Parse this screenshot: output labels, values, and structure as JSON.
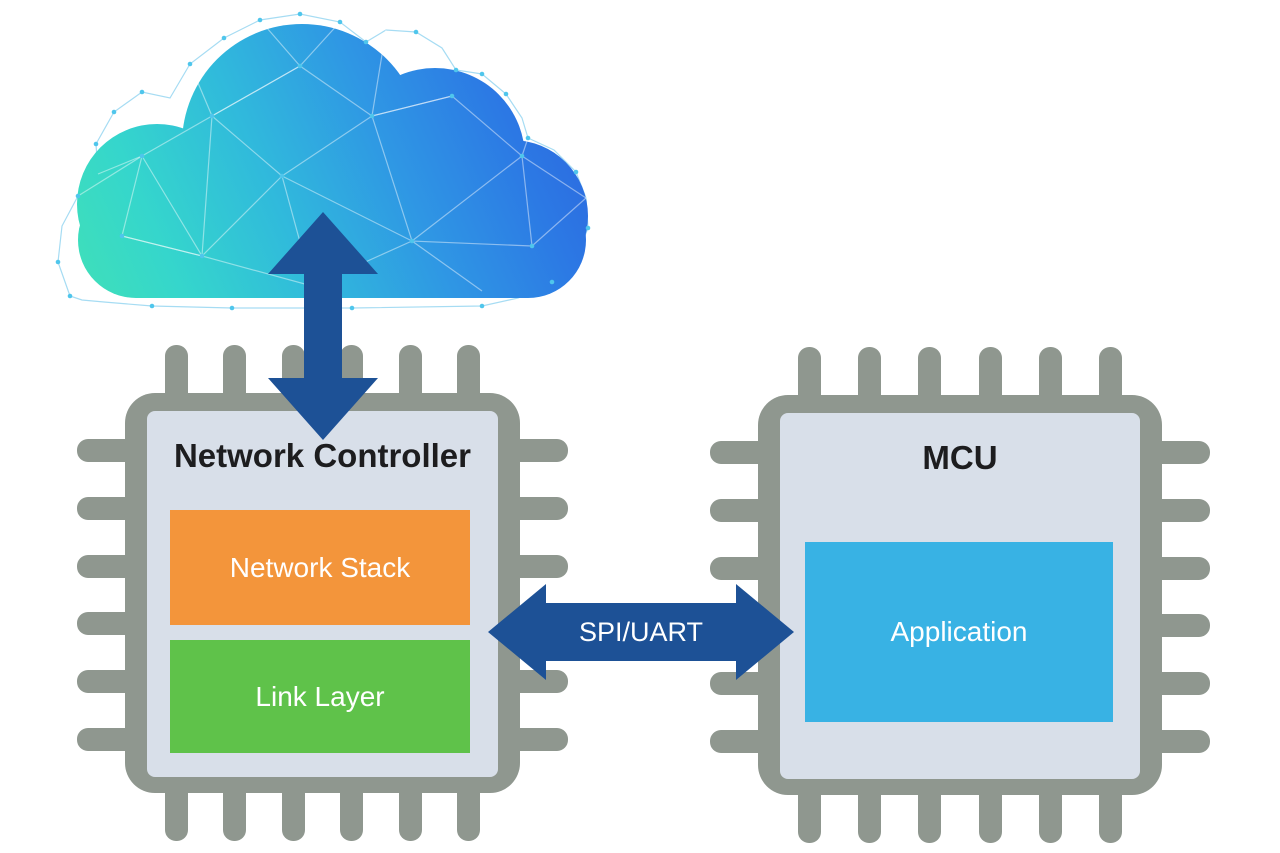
{
  "cloud": {
    "icon": "low-poly-cloud",
    "gradient": [
      "#40e0b8",
      "#35d6cc",
      "#30b9dc",
      "#2f96e4",
      "#2c79e4",
      "#2c63de"
    ],
    "mesh_line_color": "#a6dcf3",
    "node_dot_color": "#4fc6ec"
  },
  "chips": [
    {
      "id": "network-controller",
      "title": "Network Controller",
      "blocks": [
        {
          "label": "Network Stack",
          "color": "#f3953b"
        },
        {
          "label": "Link Layer",
          "color": "#5fc24a"
        }
      ]
    },
    {
      "id": "mcu",
      "title": "MCU",
      "blocks": [
        {
          "label": "Application",
          "color": "#38b2e4"
        }
      ]
    }
  ],
  "connections": [
    {
      "id": "cloud-to-controller",
      "type": "vertical-double-arrow",
      "label": "",
      "color": "#1d5196"
    },
    {
      "id": "controller-to-mcu",
      "type": "horizontal-double-arrow",
      "label": "SPI/UART",
      "color": "#1d5196"
    }
  ],
  "theme": {
    "chip-gray": "#8f978f",
    "chip-panel": "#d8dfe9",
    "arrow-blue": "#1d5196",
    "title-color": "#1d1d1f",
    "block-text": "#ffffff",
    "mesh-line": "#a6dcf3",
    "node-dot": "#4fc6ec"
  }
}
